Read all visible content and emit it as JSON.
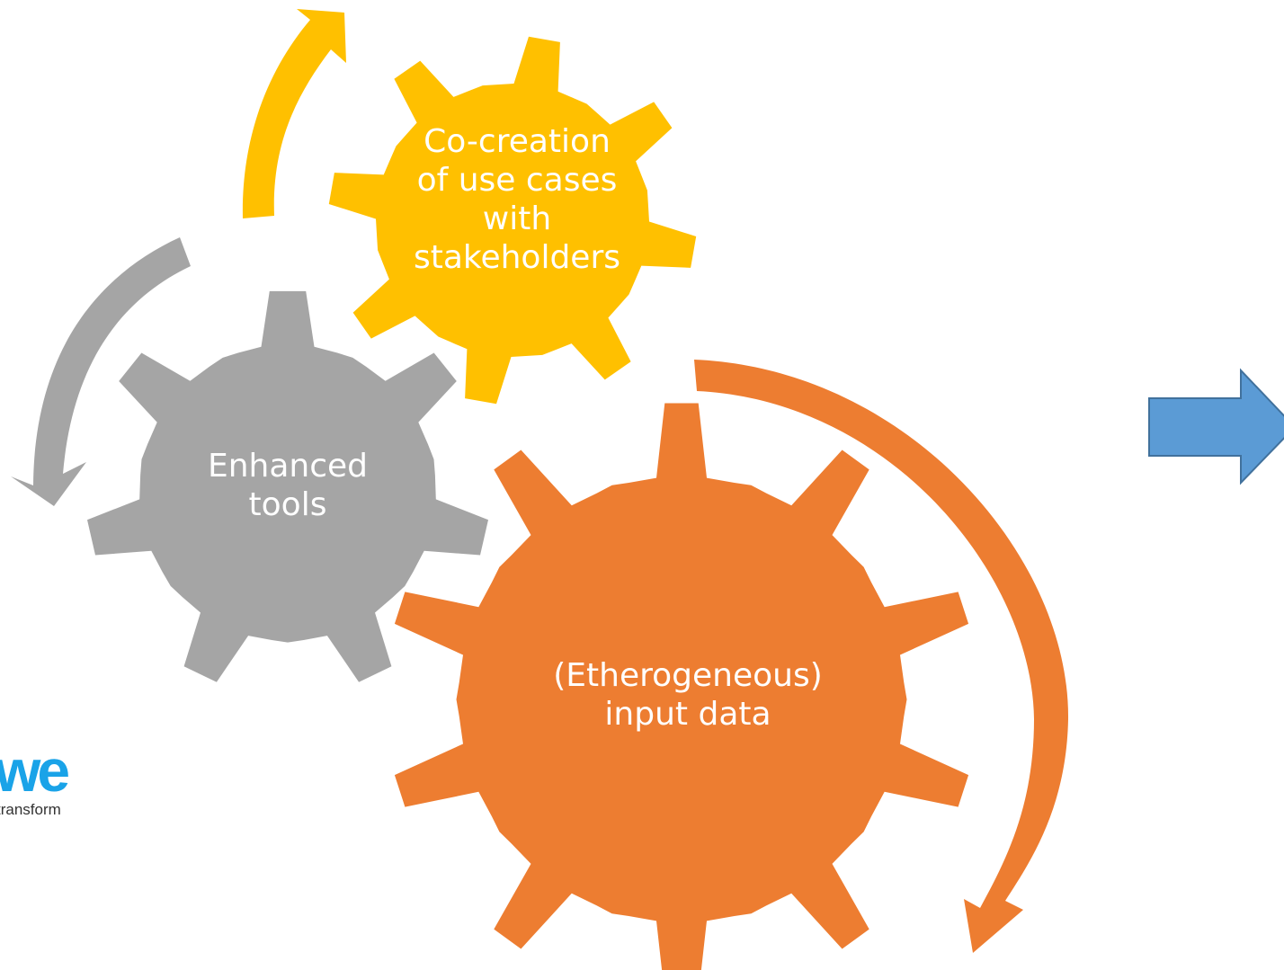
{
  "colors": {
    "yellow": "#ffc000",
    "gray": "#a5a5a5",
    "orange": "#ed7d31",
    "blue_arrow": "#5b9bd5",
    "blue_arrow_stroke": "#41719c",
    "logo_blue": "#1aa3e8"
  },
  "gears": {
    "yellow": {
      "lines": [
        "Co-creation",
        "of use cases",
        "with",
        "stakeholders"
      ]
    },
    "gray": {
      "lines": [
        "Enhanced",
        "tools"
      ]
    },
    "orange": {
      "lines": [
        "(Etherogeneous)",
        "input data"
      ]
    }
  },
  "logo": {
    "mark": "we",
    "text": "transform"
  }
}
